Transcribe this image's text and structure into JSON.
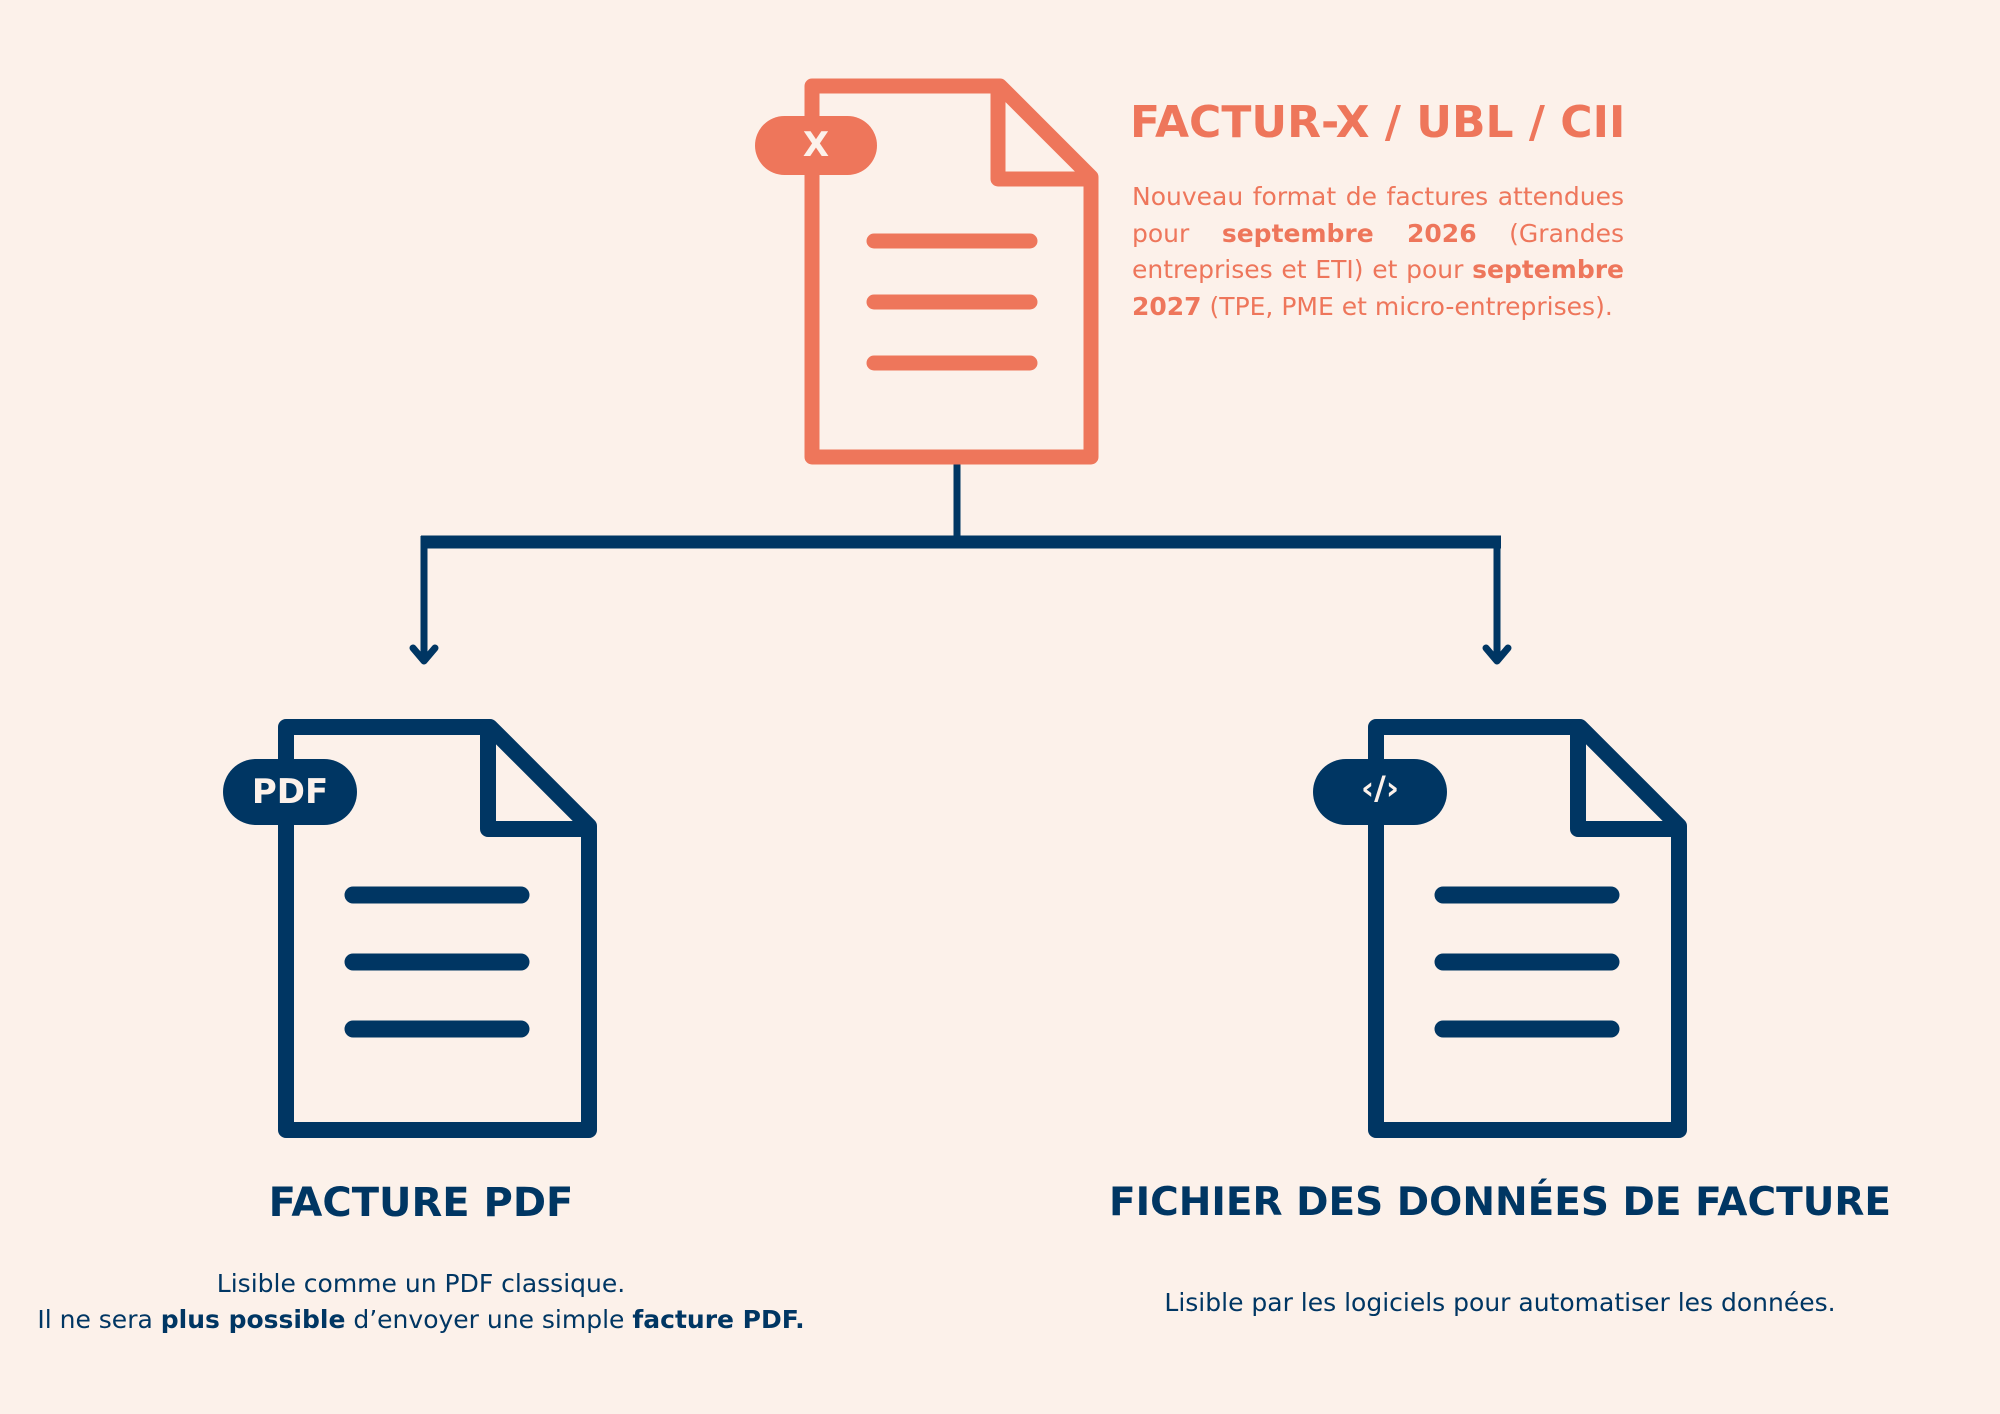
{
  "colors": {
    "background": "#FCF1EA",
    "accent": "#EE765B",
    "primary": "#003663"
  },
  "top_node": {
    "icon": "file-x-icon",
    "badge": "X",
    "title": "FACTUR-X / UBL / CII",
    "description": {
      "p1": "Nouveau format de factures attendues pour ",
      "b1": "septembre 2026",
      "p2": " (Grandes entreprises et ETI) et pour ",
      "b2": "septembre 2027",
      "p3": " (TPE, PME et micro-entreprises)."
    }
  },
  "left_node": {
    "icon": "file-pdf-icon",
    "badge": "PDF",
    "title": "FACTURE PDF",
    "line1": "Lisible comme un PDF classique.",
    "line2": {
      "p1": "Il ne sera ",
      "b1": "plus possible",
      "p2": " d’envoyer une simple ",
      "b2": "facture PDF."
    }
  },
  "right_node": {
    "icon": "file-code-icon",
    "badge": "‹/›",
    "title": "FICHIER DES DONNÉES DE FACTURE",
    "line1": "Lisible par les logiciels pour automatiser les données."
  }
}
